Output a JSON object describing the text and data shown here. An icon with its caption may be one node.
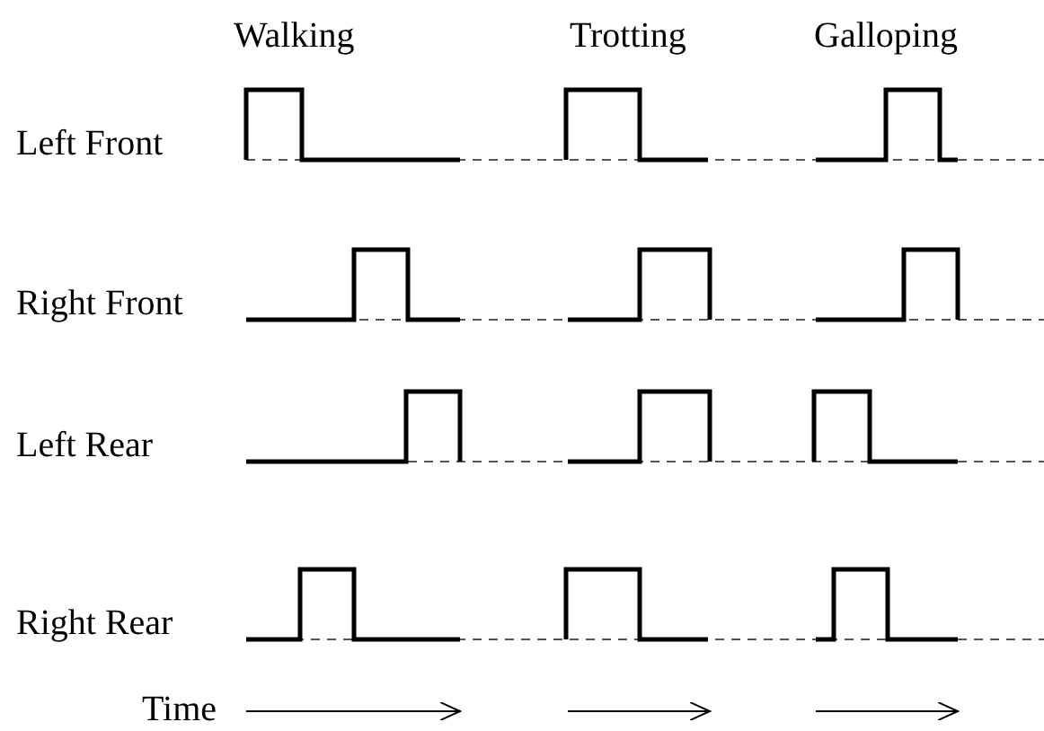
{
  "diagram": {
    "labels": [
      "Walking",
      "Trotting",
      "Galloping",
      "Left Front",
      "Right Front",
      "Left Rear",
      "Right Rear",
      "Time"
    ]
  }
}
